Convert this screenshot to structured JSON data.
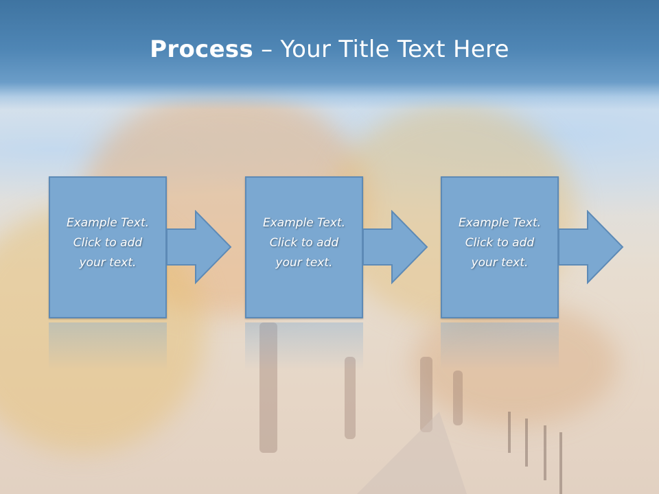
{
  "slide": {
    "title_bold": "Process",
    "title_rest": " – Your Title Text Here"
  },
  "steps": [
    {
      "line1": "Example Text.",
      "line2": "Click  to add",
      "line3": "your text."
    },
    {
      "line1": "Example Text.",
      "line2": "Click  to add",
      "line3": "your text."
    },
    {
      "line1": "Example Text.",
      "line2": "Click  to add",
      "line3": "your text."
    }
  ],
  "colors": {
    "title_bar": "#4f86b5",
    "box_fill": "#7ba8d1",
    "box_border": "#5d8ab6",
    "text": "#ffffff"
  },
  "icons": [
    "right-arrow-icon"
  ]
}
